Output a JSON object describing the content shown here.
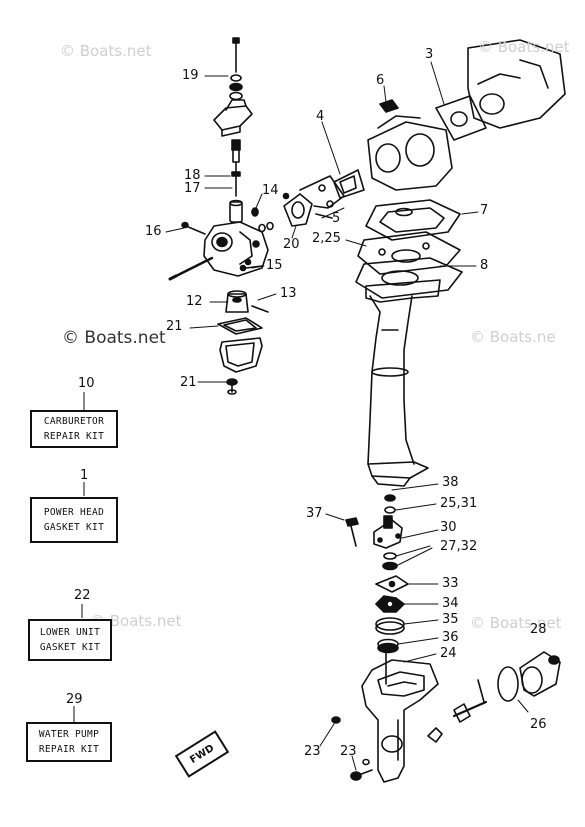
{
  "watermarks": [
    {
      "text": "© Boats.net",
      "variant": "faint"
    },
    {
      "text": "© Boats.net",
      "variant": "faint"
    },
    {
      "text": "© Boats.net",
      "variant": "dark"
    },
    {
      "text": "© Boats.ne",
      "variant": "faint"
    },
    {
      "text": "© Boats.net",
      "variant": "faint"
    },
    {
      "text": "© Boats.net",
      "variant": "faint"
    }
  ],
  "callouts": [
    "19",
    "6",
    "3",
    "4",
    "18",
    "17",
    "14",
    "5",
    "7",
    "2,25",
    "16",
    "20",
    "15",
    "8",
    "12",
    "13",
    "21",
    "21",
    "38",
    "37",
    "25,31",
    "30",
    "27,32",
    "33",
    "34",
    "35",
    "36",
    "24",
    "28",
    "26",
    "23",
    "23"
  ],
  "kits": [
    {
      "number": "10",
      "lines": [
        "CARBURETOR",
        "REPAIR KIT"
      ]
    },
    {
      "number": "1",
      "lines": [
        "POWER HEAD",
        "GASKET KIT"
      ]
    },
    {
      "number": "22",
      "lines": [
        "LOWER UNIT",
        "GASKET KIT"
      ]
    },
    {
      "number": "29",
      "lines": [
        "WATER PUMP",
        "REPAIR KIT"
      ]
    }
  ],
  "fwd_label": "FWD"
}
